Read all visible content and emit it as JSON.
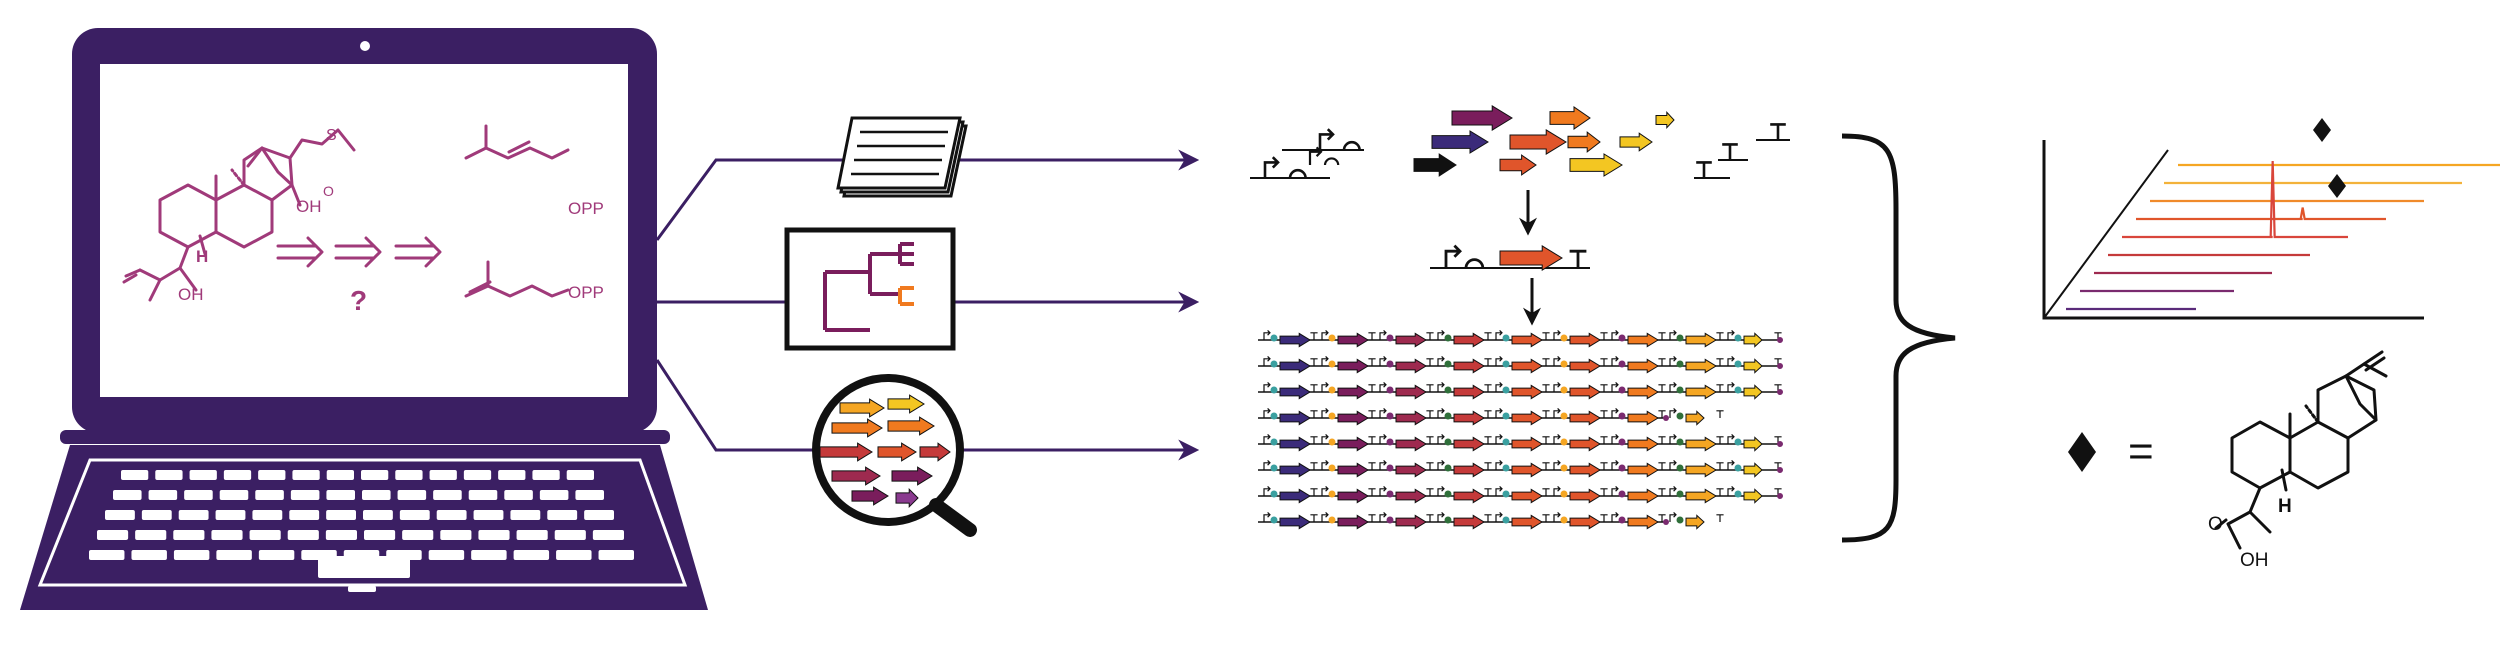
{
  "palette": {
    "laptop": "#3b1f63",
    "molecule": "#a03a7a",
    "arrow": "#3b1f63",
    "ink": "#111111",
    "gene_colors": [
      "#7a1d5c",
      "#9e2a4f",
      "#c53a3a",
      "#e0552b",
      "#f07a1f",
      "#f5a623",
      "#f3c622",
      "#8a3a8f",
      "#3b2b7a"
    ],
    "trace_colors": [
      "#f5a623",
      "#f3b23a",
      "#f08a2a",
      "#e0552b",
      "#d9463b",
      "#c53a3a",
      "#9e2a4f",
      "#7a2a6f",
      "#5a2a7a"
    ]
  },
  "screen": {
    "molecule_labels": {
      "hydroxyl_1": "OH",
      "hydroxyl_2": "OH",
      "hydrogen": "H",
      "sulfoxide_s": "S",
      "sulfoxide_o": "O",
      "opp_1": "OPP",
      "opp_2": "OPP",
      "question": "?"
    }
  },
  "inputs": {
    "icons": [
      "documents-icon",
      "phylogenetic-tree-icon",
      "magnifier-gene-cluster-icon"
    ]
  },
  "legend": {
    "equals": "=",
    "product_labels": {
      "o": "O",
      "oh": "OH",
      "h": "H"
    }
  },
  "chart_data": {
    "type": "line",
    "description_of_series": "stacked chromatogram traces",
    "series": [
      {
        "values": [
          0,
          0,
          0,
          0,
          0,
          0,
          0,
          0,
          0,
          0
        ]
      },
      {
        "values": [
          0,
          0,
          0,
          0,
          0,
          0,
          0,
          0,
          0,
          0
        ]
      },
      {
        "values": [
          0,
          0,
          0,
          0,
          0,
          0,
          0,
          0,
          0,
          0
        ]
      },
      {
        "values": [
          0,
          0,
          0,
          0,
          0,
          0,
          6,
          0,
          0,
          0
        ]
      },
      {
        "values": [
          0,
          0,
          0,
          0,
          0,
          0,
          40,
          0,
          0,
          0
        ]
      },
      {
        "values": [
          0,
          0,
          0,
          0,
          0,
          0,
          0,
          0,
          0,
          0
        ]
      },
      {
        "values": [
          0,
          0,
          0,
          0,
          0,
          0,
          0,
          0,
          0,
          0
        ]
      },
      {
        "values": [
          0,
          0,
          0,
          0,
          0,
          0,
          0,
          0,
          0,
          0
        ]
      },
      {
        "values": [
          0,
          0,
          0,
          0,
          0,
          0,
          0,
          0,
          0,
          0
        ]
      }
    ]
  }
}
